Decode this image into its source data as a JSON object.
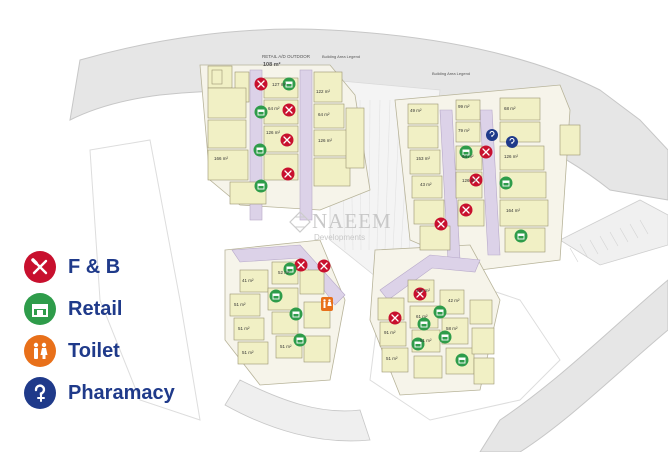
{
  "legend": {
    "items": [
      {
        "key": "fb",
        "label": "F & B",
        "icon": "fork-knife-icon",
        "color": "#c8102e"
      },
      {
        "key": "retail",
        "label": "Retail",
        "icon": "store-icon",
        "color": "#2e9c4a"
      },
      {
        "key": "toilet",
        "label": "Toilet",
        "icon": "toilet-icon",
        "color": "#e8701a"
      },
      {
        "key": "pharmacy",
        "label": "Pharamacy",
        "icon": "pharmacy-icon",
        "color": "#1f3a8a"
      }
    ]
  },
  "watermark": {
    "name": "NAEEM",
    "sub": "Developments"
  },
  "map": {
    "outdoor_title": "RETAIL A/D OUTDOOR",
    "outdoor_area": "108 m²",
    "legend_box_1": "Building Area Legend",
    "legend_box_2": "Building Area Legend",
    "unit_areas": [
      "127 m²",
      "122 m²",
      "64 m²",
      "64 m²",
      "126 m²",
      "126 m²",
      "166 m²",
      "99 m²",
      "68 m²",
      "49 m²",
      "79 m²",
      "153 m²",
      "64 m²",
      "126 m²",
      "126 m²",
      "43 m²",
      "164 m²",
      "41 m²",
      "51 m²",
      "51 m²",
      "51 m²",
      "52 m²",
      "51 m²",
      "108 m²",
      "91 m²",
      "61 m²",
      "51 m²",
      "51 m²",
      "42 m²",
      "58 m²"
    ]
  },
  "colors": {
    "unit_fill": "#f1f0c5",
    "unit_stroke": "#9b9470",
    "corridor": "#dcd2e8",
    "road": "#e6e6e6",
    "road_stroke": "#c7c7c7"
  }
}
